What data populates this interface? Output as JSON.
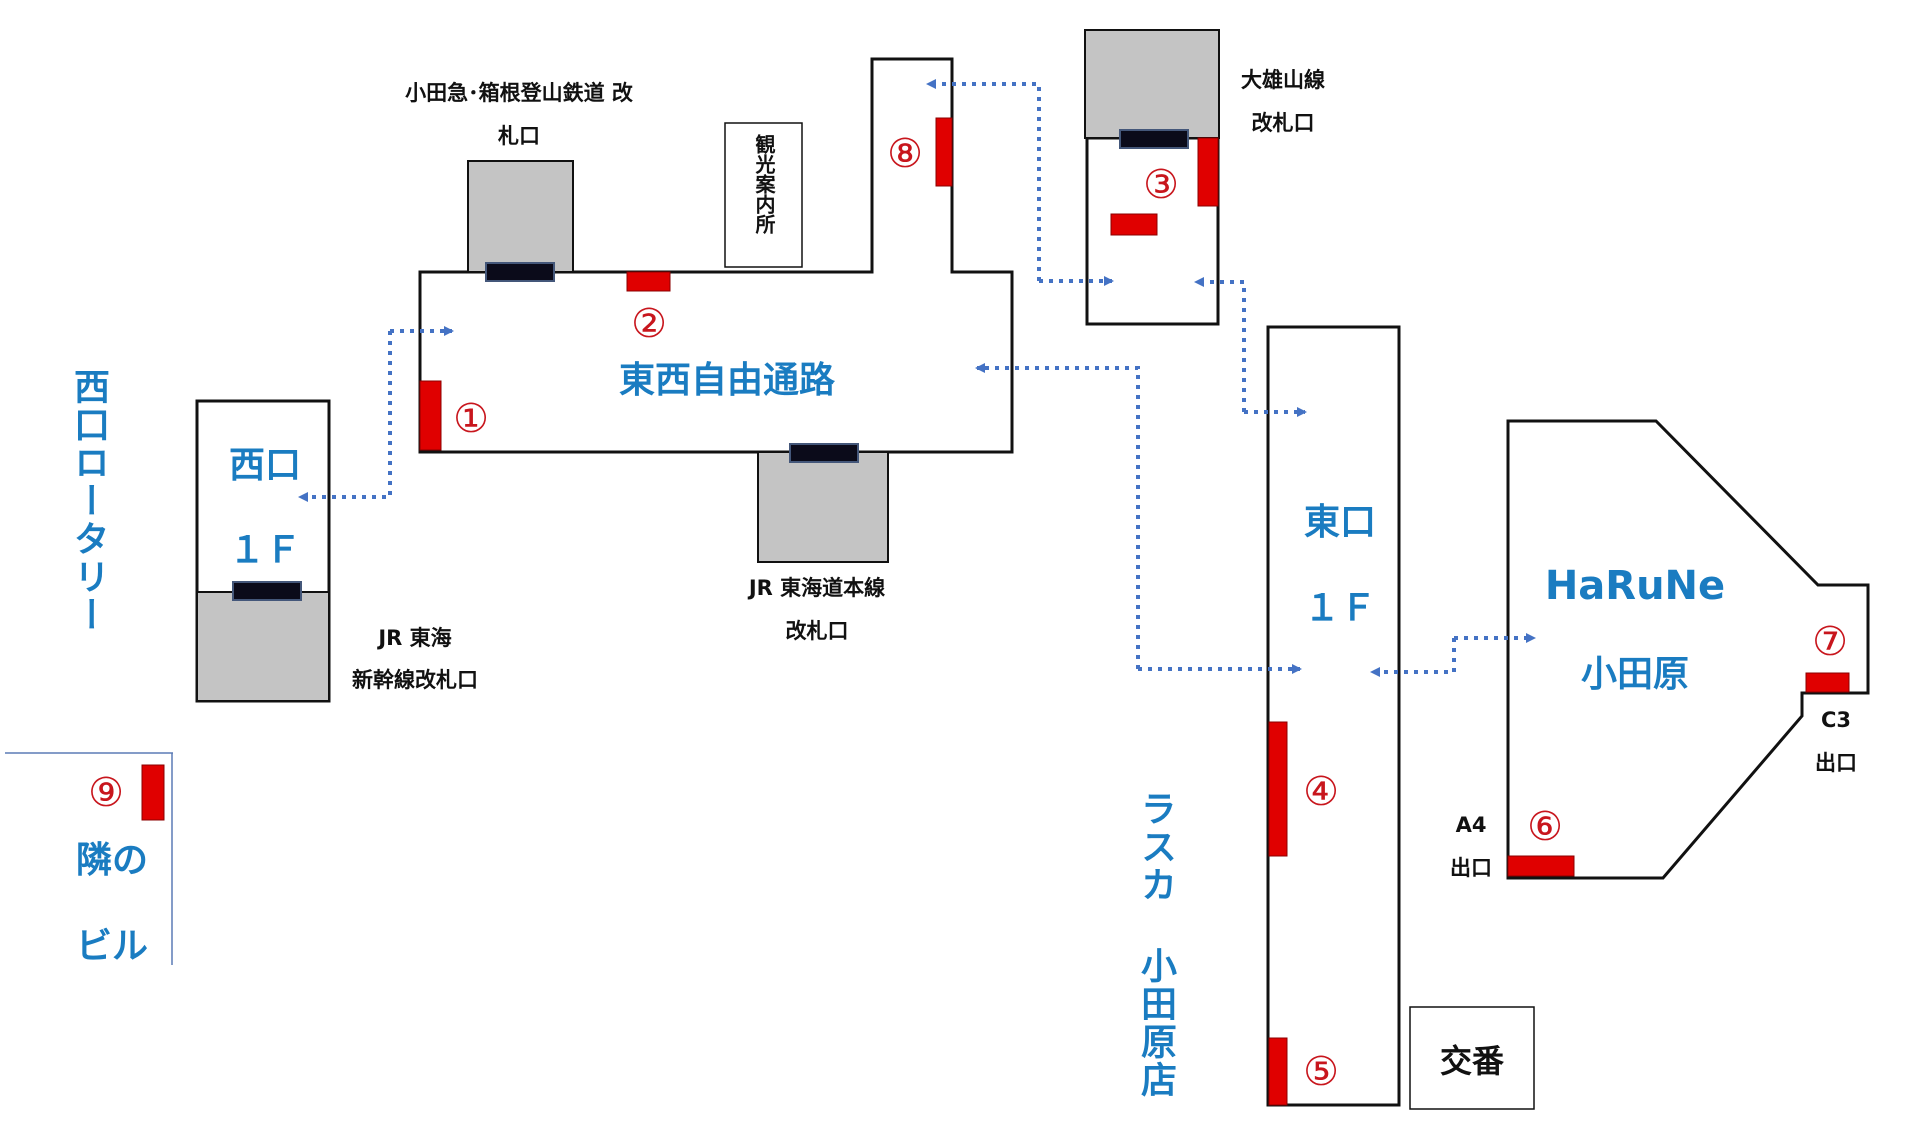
{
  "areas": {
    "east_west_passage": "東西自由通路",
    "west_exit": "西口",
    "west_exit_floor": "１Ｆ",
    "east_exit": "東口",
    "east_exit_floor": "１Ｆ",
    "harune_line1": "HaRuNe",
    "harune_line2": "小田原",
    "west_rotary": "西口ロータリー",
    "lusca": "ラスカ 小田原店",
    "neighbor_line1": "隣の",
    "neighbor_line2": "ビル",
    "koban": "交番",
    "tourist_info": "観光案内所"
  },
  "gates": {
    "odakyu_line1": "小田急･箱根登山鉄道 改",
    "odakyu_line2": "札口",
    "daiyuzan_line1": "大雄山線",
    "daiyuzan_line2": "改札口",
    "shinkansen_line1": "JR 東海",
    "shinkansen_line2": "新幹線改札口",
    "tokaido_line1": "JR 東海道本線",
    "tokaido_line2": "改札口"
  },
  "exits": {
    "c3_line1": "C3",
    "c3_line2": "出口",
    "a4_line1": "A4",
    "a4_line2": "出口"
  },
  "markers": [
    "①",
    "②",
    "③",
    "④",
    "⑤",
    "⑥",
    "⑦",
    "⑧",
    "⑨"
  ],
  "colors": {
    "label_blue": "#1a7cc1",
    "marker_red": "#e00000",
    "number_red": "#c8161d",
    "gate_gray": "#c4c4c4",
    "gate_bar": "#0b0b1a",
    "arrow_blue": "#4472c4"
  }
}
